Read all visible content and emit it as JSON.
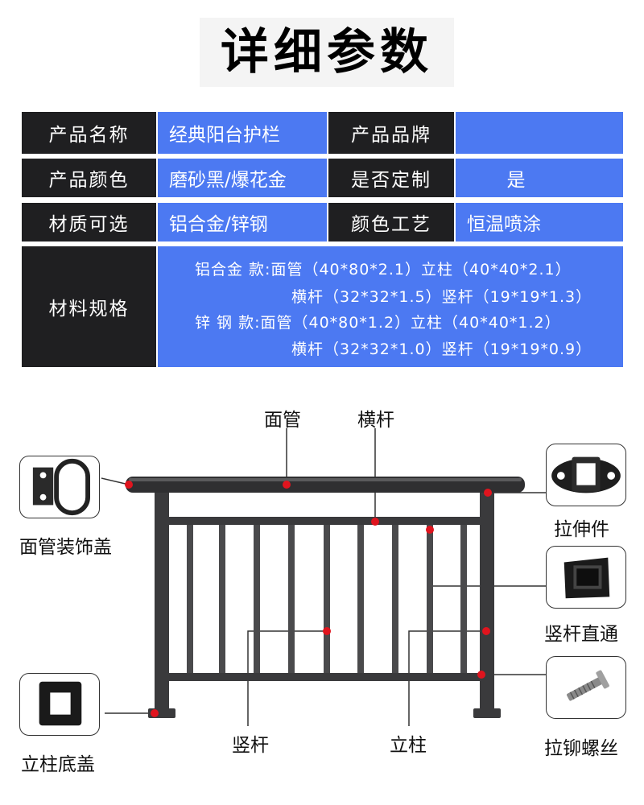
{
  "title": "详细参数",
  "params": [
    {
      "k1": "产品名称",
      "v1": "经典阳台护栏",
      "k2": "产品品牌",
      "v2": ""
    },
    {
      "k1": "产品颜色",
      "v1": "磨砂黑/爆花金",
      "k2": "是否定制",
      "v2": "是"
    },
    {
      "k1": "材质可选",
      "v1": "铝合金/锌钢",
      "k2": "颜色工艺",
      "v2": "恒温喷涂"
    }
  ],
  "spec": {
    "label": "材料规格",
    "lines": [
      "铝合金 款:面管（40*80*2.1）立柱（40*40*2.1）",
      "横杆（32*32*1.5）竖杆（19*19*1.3）",
      "锌 钢 款:面管（40*80*1.2）立柱（40*40*1.2）",
      "横杆（32*32*1.0）竖杆（19*19*0.9）"
    ]
  },
  "parts": {
    "top_rail": "面管",
    "horizontal_bar": "横杆",
    "top_rail_cap": "面管装饰盖",
    "connector": "拉伸件",
    "baluster_sleeve": "竖杆直通",
    "baluster": "竖杆",
    "post": "立柱",
    "post_base_cover": "立柱底盖",
    "rivet_screw": "拉铆螺丝"
  },
  "colors": {
    "header_dark": "#1f1f21",
    "cell_blue": "#4c79f2",
    "marker_red": "#e0141e",
    "rail_gray": "#3a3a3c"
  }
}
